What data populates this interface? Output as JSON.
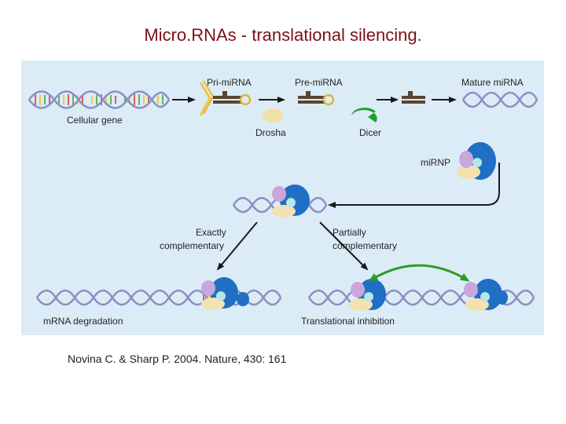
{
  "slide": {
    "title": "Micro.RNAs - translational silencing.",
    "citation": "Novina C. & Sharp P. 2004. Nature, 430: 161"
  },
  "diagram": {
    "labels": {
      "cellular_gene": "Cellular gene",
      "pri_mirna": "Pri-miRNA",
      "pre_mirna": "Pre-miRNA",
      "mature_mirna": "Mature miRNA",
      "drosha": "Drosha",
      "dicer": "Dicer",
      "mirnp": "miRNP",
      "exactly_complementary": [
        "Exactly",
        "complementary"
      ],
      "partially_complementary": [
        "Partially",
        "complementary"
      ],
      "mrna_degradation": "mRNA degradation",
      "translational_inhibition": "Translational inhibition"
    },
    "colors": {
      "background": "#dcecf6",
      "strand": "#8b8fc4",
      "arrow": "#1a1a1a",
      "drosha": "#f2dfa6",
      "dicer": "#1fa02e",
      "mirnp_blue": "#1f6fc4",
      "mirnp_purple": "#c9a6dc",
      "mirnp_cream": "#f3e2b0",
      "green_arrow": "#2c9a2c"
    }
  }
}
